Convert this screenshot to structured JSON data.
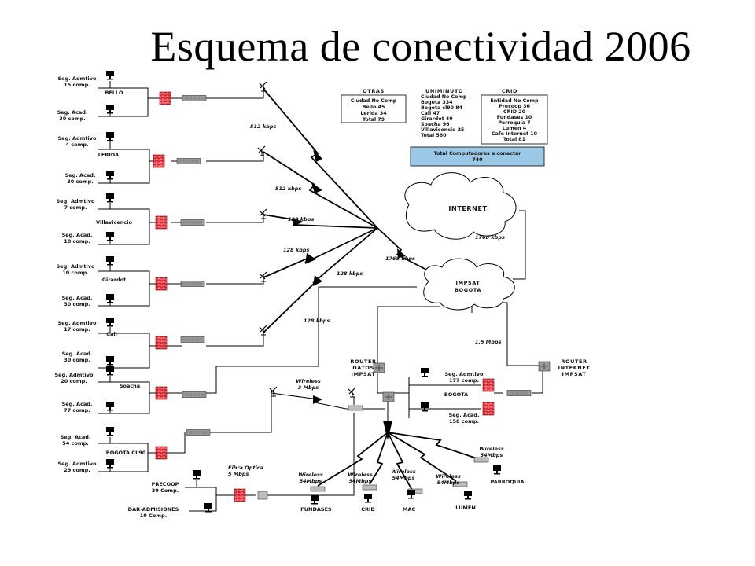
{
  "title": "Esquema de conectividad 2006",
  "branches": [
    {
      "name": "BELLO",
      "adm": [
        "Seg. Admtivo",
        "15 comp."
      ],
      "acad": [
        "Seg. Acad.",
        "30 comp."
      ]
    },
    {
      "name": "LERIDA",
      "adm": [
        "Seg. Admtivo",
        "4 comp."
      ],
      "acad": [
        "Seg. Acad.",
        "30 comp."
      ]
    },
    {
      "name": "Villavicencio",
      "adm": [
        "Seg. Admtivo",
        "7 comp."
      ],
      "acad": [
        "Seg. Acad.",
        "18 comp."
      ]
    },
    {
      "name": "Girardot",
      "adm": [
        "Seg. Admtivo",
        "10 comp."
      ],
      "acad": [
        "Seg. Acad.",
        "30 comp."
      ]
    },
    {
      "name": "Cali",
      "adm": [
        "Seg. Admtivo",
        "17 comp."
      ],
      "acad": [
        "Seg. Acad.",
        "30 comp."
      ]
    },
    {
      "name": "Soacha",
      "adm": [
        "Seg. Admtivo",
        "20 comp."
      ],
      "acad": [
        "Seg. Acad.",
        "77 comp."
      ]
    },
    {
      "name": "BOGOTA CL90",
      "adm": [
        "Seg. Acad.",
        "54 comp."
      ],
      "acad": [
        "Seg. Admtivo",
        "29 comp."
      ]
    }
  ],
  "bandwidths": {
    "bello": "512 kbps",
    "lerida": "512 kbps",
    "villavicencio": "128 kbps",
    "girardot": "128 kbps",
    "cali": "128 kbps",
    "soacha": "128 kbps",
    "hub": "1768 kbps",
    "internet": "1768 kbps",
    "router_internet": "1,5 Mbps",
    "wireless_bogota": [
      "Wireless",
      "3 Mbps"
    ],
    "fibra": [
      "Fibra Optica",
      "5 Mbps"
    ]
  },
  "cloud_internet": "INTERNET",
  "cloud_impsat": [
    "IMPSAT",
    "BOGOTA"
  ],
  "router_datos": [
    "ROUTER",
    "DATOS",
    "IMPSAT"
  ],
  "router_internet": [
    "ROUTER",
    "INTERNET",
    "IMPSAT"
  ],
  "bogota": {
    "name": "BOGOTA",
    "adm": [
      "Seg. Admtivo",
      "177 comp."
    ],
    "acad": [
      "Seg. Acad.",
      "158 comp."
    ]
  },
  "precoop": [
    "PRECOOP",
    "30 Comp."
  ],
  "dar": [
    "DAR-ADMISIONES",
    "10 Comp."
  ],
  "wireless_sites": [
    {
      "name": "FUNDASES",
      "wl": [
        "Wireless",
        "54Mbps"
      ]
    },
    {
      "name": "CRID",
      "wl": [
        "Wireless",
        "54Mbps"
      ]
    },
    {
      "name": "MAC",
      "wl": [
        "Wireless",
        "54Mbps"
      ]
    },
    {
      "name": "LUMEN",
      "wl": [
        "Wireless",
        "54Mbps"
      ]
    },
    {
      "name": "PARROQUIA",
      "wl": [
        "Wireless",
        "54Mbps"
      ]
    }
  ],
  "table_otras": {
    "header": "OTRAS",
    "rows": [
      "Ciudad   No Comp",
      "Bello    45",
      "Lerida   34",
      "Total    79"
    ]
  },
  "table_uniminuto": {
    "header": "UNIMINUTO",
    "rows": [
      "Ciudad   No Comp",
      "Bogota   334",
      "Bogota cl90  84",
      "Cali     47",
      "Girardot   40",
      "Soacha   96",
      "Villavicencio  25",
      "Total    580"
    ]
  },
  "table_crid": {
    "header": "CRID",
    "rows": [
      "Entidad   No Comp",
      "Precoop   30",
      "CRID    20",
      "Fundases  10",
      "Parroquia 7",
      "Lumen    4",
      "Cafe Internet 10",
      "Total   81"
    ]
  },
  "total_box": [
    "Total Computadores a conectar",
    "740"
  ],
  "colors": {
    "firewall": "#e0202a",
    "total_box": "#9cc8e8",
    "device": "#999999"
  }
}
